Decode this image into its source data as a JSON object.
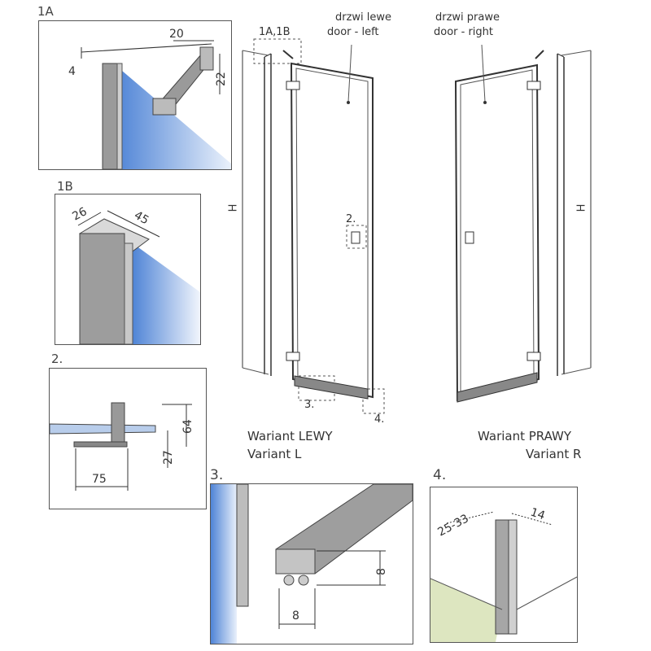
{
  "detail_1a": {
    "label": "1A",
    "dim_20": "20",
    "dim_4": "4",
    "dim_22": "22"
  },
  "detail_1b": {
    "label": "1B",
    "dim_26": "26",
    "dim_45": "45"
  },
  "detail_2": {
    "label": "2.",
    "dim_64": "64",
    "dim_27": "27",
    "dim_75": "75"
  },
  "detail_3": {
    "label": "3.",
    "dim_8a": "8",
    "dim_8b": "8"
  },
  "detail_4": {
    "label": "4.",
    "dim_range": "25-33",
    "dim_14": "14"
  },
  "left_door": {
    "callout_1": "1A,1B",
    "callout_2": "2.",
    "callout_3": "3.",
    "callout_4": "4.",
    "pl_label": "drzwi lewe",
    "en_label": "door - left",
    "height": "H",
    "variant_pl": "Wariant LEWY",
    "variant_en": "Variant L"
  },
  "right_door": {
    "pl_label": "drzwi prawe",
    "en_label": "door - right",
    "height": "H",
    "variant_pl": "Wariant PRAWY",
    "variant_en": "Variant R"
  },
  "colors": {
    "glass": "#6f9fe0",
    "glass_light": "#dce8f8",
    "frame": "#8a8a8a",
    "floor": "#dde6c0"
  }
}
